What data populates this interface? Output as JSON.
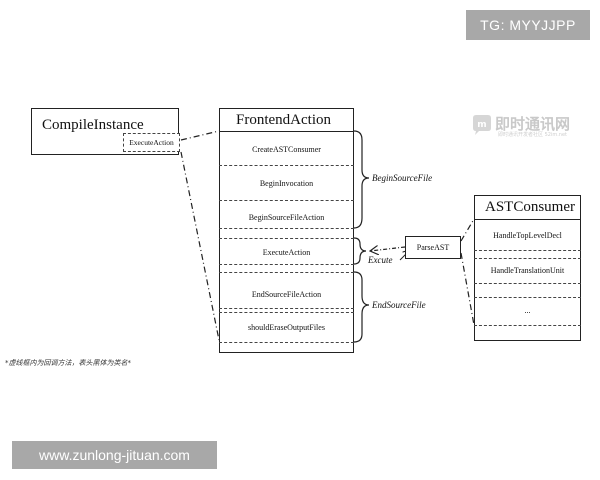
{
  "watermarks": {
    "top": "TG: MYYJJPP",
    "bottom": "www.zunlong-jituan.com",
    "logo_main": "即时通讯网",
    "logo_sub": "即时通讯开发者社区 52im.net"
  },
  "compile_instance": {
    "title": "CompileInstance",
    "method": "ExecuteAction"
  },
  "frontend_action": {
    "title": "FrontendAction",
    "methods": [
      "CreateASTConsumer",
      "BeginInvocation",
      "BeginSourceFileAction",
      "ExecuteAction",
      "EndSourceFileAction",
      "shouldEraseOutputFiles"
    ]
  },
  "groups": {
    "begin": "BeginSourceFile",
    "execute": "Excute",
    "end": "EndSourceFile"
  },
  "parse_ast": {
    "label": "ParseAST"
  },
  "ast_consumer": {
    "title": "ASTConsumer",
    "methods": [
      "HandleTopLevelDecl",
      "HandleTranslationUnit",
      "..."
    ]
  },
  "footnote": "*虚线框内为回调方法，表头黑体为类名*"
}
